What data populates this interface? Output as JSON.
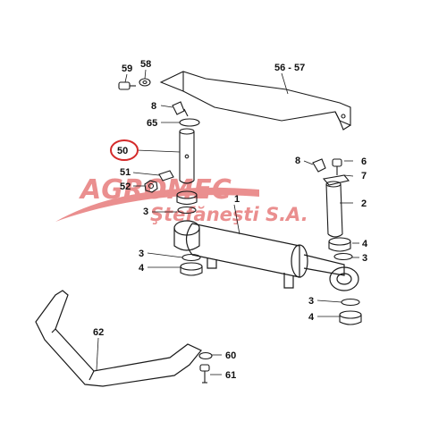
{
  "colors": {
    "ink": "#1a1a1a",
    "highlight": "#d42a2a",
    "watermark": "#e46a6a"
  },
  "watermark": {
    "line1": "AGROMEC",
    "line2": "Ştefăneşti S.A."
  },
  "labels": {
    "l59": "59",
    "l58": "58",
    "l5657": "56 - 57",
    "l8a": "8",
    "l65": "65",
    "l50": "50",
    "l51": "51",
    "l52": "52",
    "l3a": "3",
    "l1": "1",
    "l8b": "8",
    "l6": "6",
    "l7": "7",
    "l2": "2",
    "l4a": "4",
    "l3b": "3",
    "l3c": "3",
    "l4b": "4",
    "l3d": "3",
    "l4c": "4",
    "l62": "62",
    "l60": "60",
    "l61": "61"
  },
  "highlighted_part": "50"
}
